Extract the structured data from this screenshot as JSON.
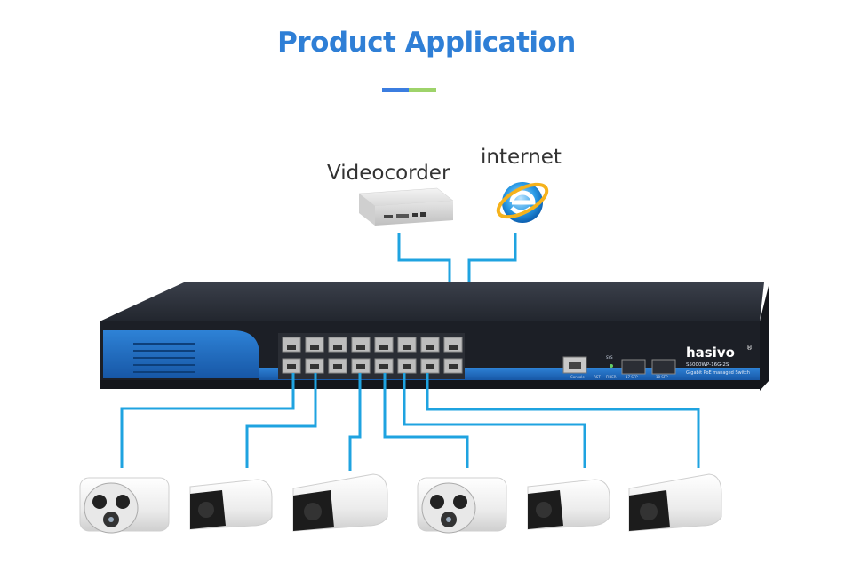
{
  "title": "Product Application",
  "labels": {
    "videocorder": "Videocorder",
    "internet": "internet"
  },
  "switch": {
    "brand": "hasivo",
    "registered_mark": "®",
    "model": "S5000WP-16G-2S",
    "description": "Gigabit PoE managed Switch",
    "console_label": "Console",
    "sfp1_label": "17 SFP",
    "sfp2_label": "18 SFP",
    "sys_label": "SYS",
    "led_labels": [
      "RST",
      "FIBER"
    ]
  },
  "colors": {
    "title": "#2f7fd6",
    "cable": "#1fa3e0",
    "switch_blue": "#1f6fc4",
    "switch_dark": "#1a1d24"
  },
  "icons": {
    "internet": "internet-explorer-logo",
    "cameras": [
      "bullet-camera-ir-array",
      "bullet-camera",
      "bullet-camera",
      "bullet-camera-ir-array",
      "bullet-camera",
      "bullet-camera"
    ]
  }
}
